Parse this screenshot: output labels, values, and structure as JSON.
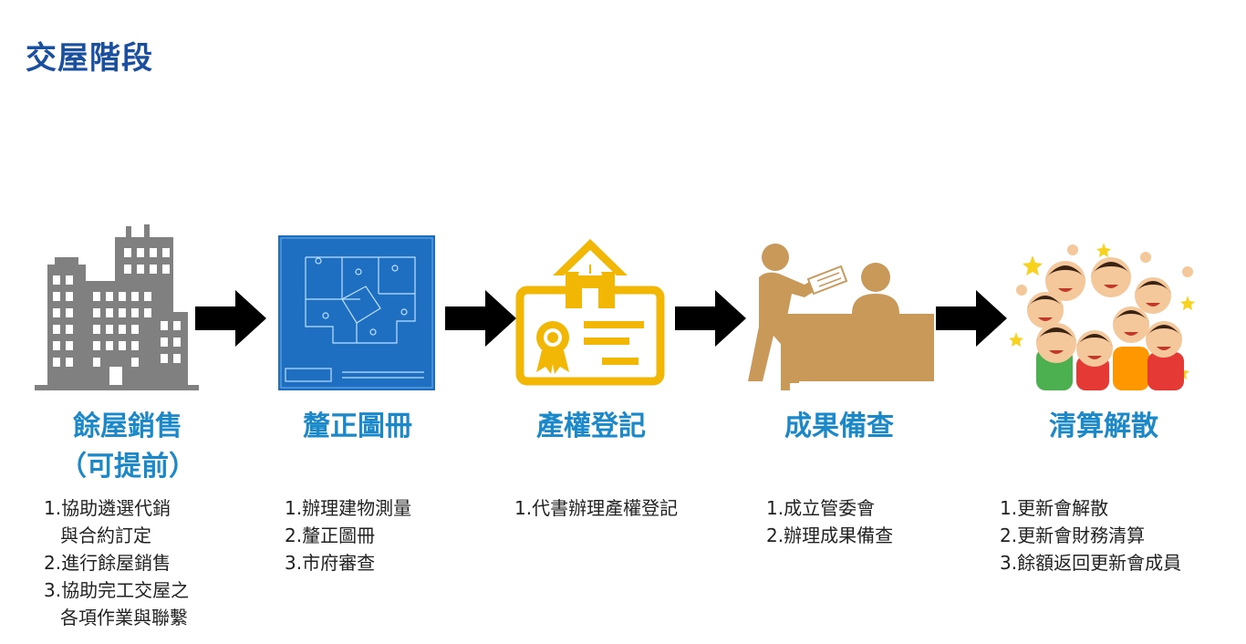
{
  "page": {
    "title": "交屋階段"
  },
  "colors": {
    "title": "#1a4fa0",
    "step_title": "#1a88c9",
    "building": "#808080",
    "blueprint": "#1e6fc2",
    "certificate": "#f2b705",
    "inspection": "#c9995a"
  },
  "icons": [
    "buildings-icon",
    "blueprint-icon",
    "certificate-house-icon",
    "inspection-desk-icon",
    "celebrating-crowd-icon"
  ],
  "steps": [
    {
      "title": "餘屋銷售",
      "title2": "（可提前）",
      "items": [
        "1.協助遴選代銷",
        "與合約訂定",
        "2.進行餘屋銷售",
        "3.協助完工交屋之",
        "各項作業與聯繫"
      ]
    },
    {
      "title": "釐正圖冊",
      "items": [
        "1.辦理建物測量",
        "2.釐正圖冊",
        "3.市府審查"
      ]
    },
    {
      "title": "產權登記",
      "items": [
        "1.代書辦理產權登記"
      ]
    },
    {
      "title": "成果備查",
      "items": [
        "1.成立管委會",
        "2.辦理成果備查"
      ]
    },
    {
      "title": "清算解散",
      "items": [
        "1.更新會解散",
        "2.更新會財務清算",
        "3.餘額返回更新會成員"
      ]
    }
  ]
}
